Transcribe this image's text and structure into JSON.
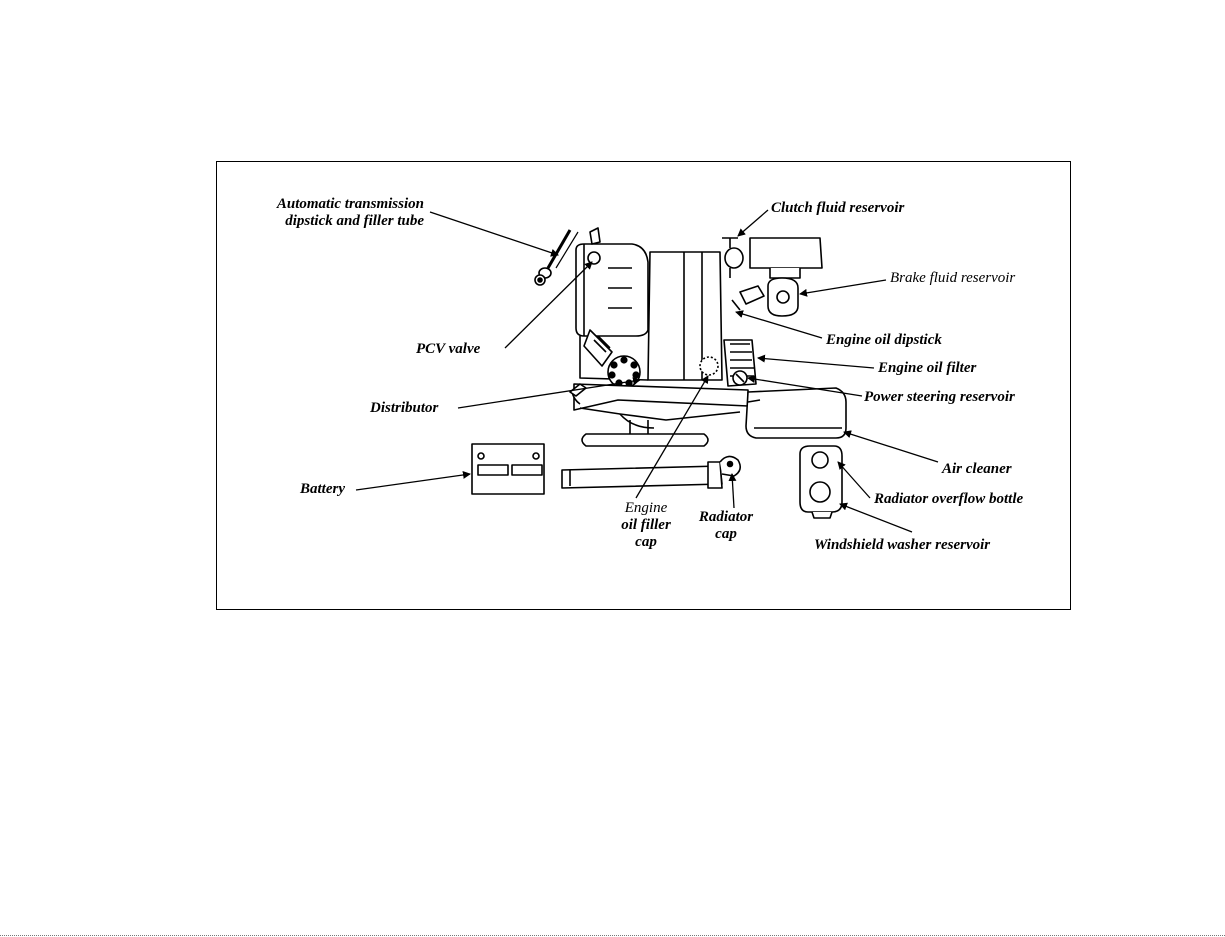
{
  "labels": {
    "auto_trans_line1": "Automatic transmission",
    "auto_trans_line2": "dipstick and filler tube",
    "clutch_fluid": "Clutch fluid reservoir",
    "brake_fluid": "Brake fluid reservoir",
    "engine_oil_dipstick": "Engine oil dipstick",
    "pcv_valve": "PCV valve",
    "engine_oil_filter": "Engine oil filter",
    "power_steering": "Power steering reservoir",
    "distributor": "Distributor",
    "air_cleaner": "Air cleaner",
    "battery": "Battery",
    "radiator_overflow": "Radiator overflow bottle",
    "engine_oil_filler_1": "Engine",
    "engine_oil_filler_2": "oil filler",
    "engine_oil_filler_3": "cap",
    "radiator_cap_1": "Radiator",
    "radiator_cap_2": "cap",
    "windshield_washer": "Windshield washer reservoir"
  }
}
